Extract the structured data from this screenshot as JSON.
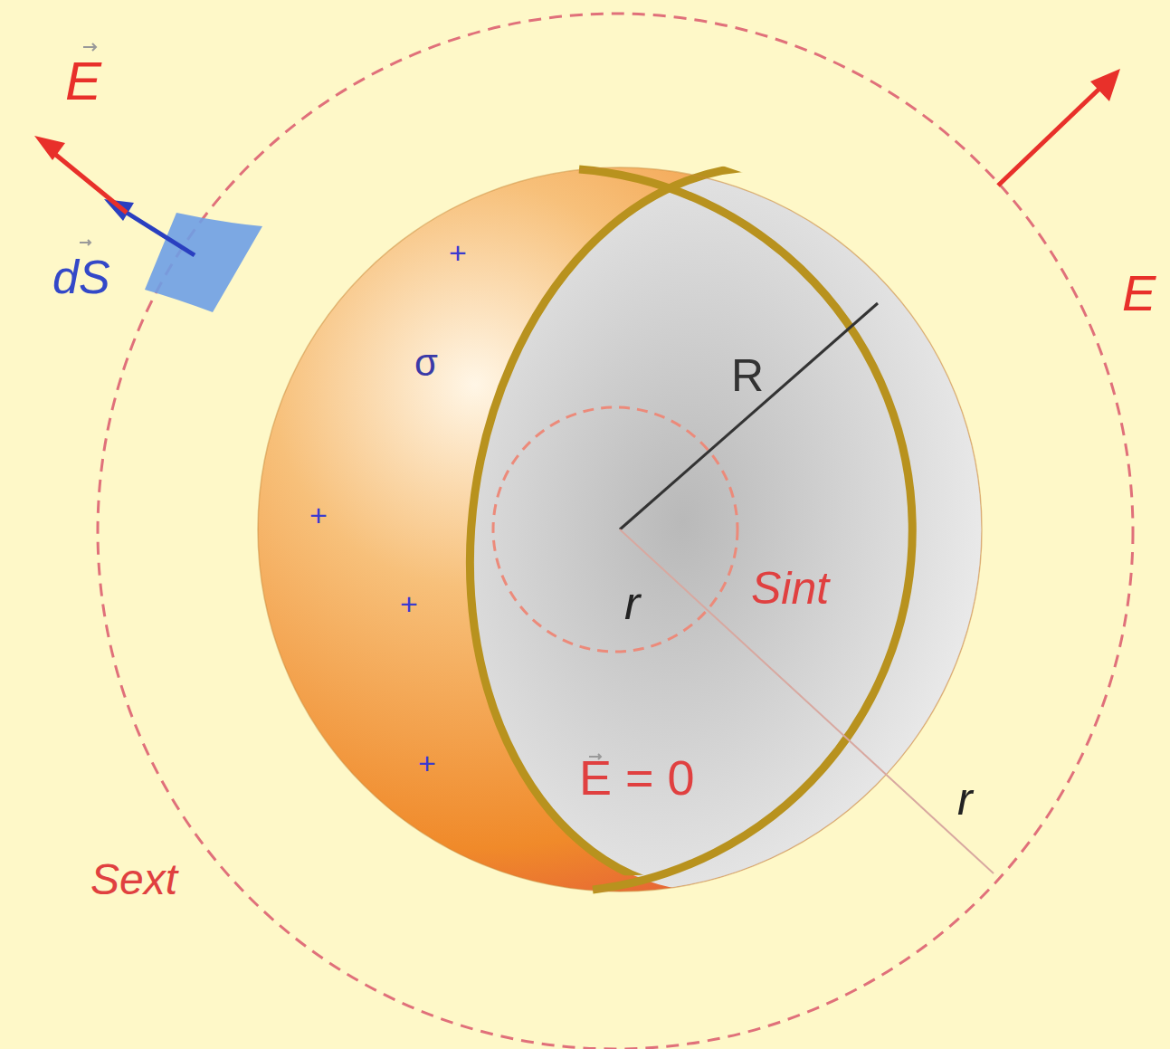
{
  "diagram": {
    "labels": [
      "E",
      "dS",
      "σ",
      "+",
      "+",
      "+",
      "+",
      "R",
      "r",
      "Sint",
      "E = 0",
      "r",
      "Sext",
      "E"
    ]
  }
}
